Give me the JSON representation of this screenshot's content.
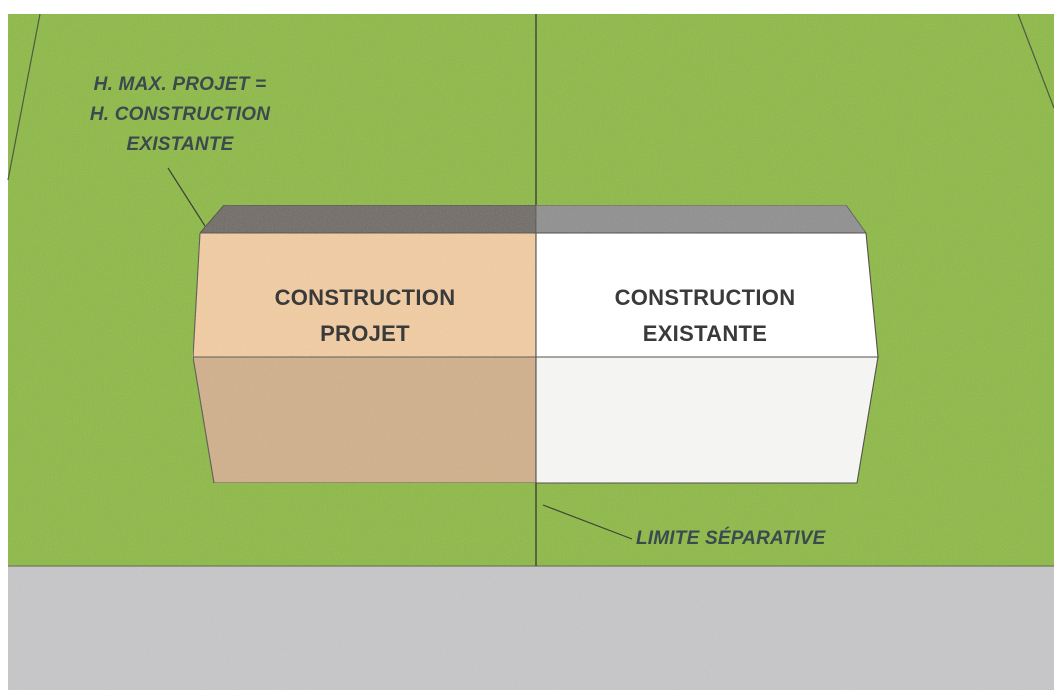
{
  "annotation_height": {
    "line1": "H. MAX. PROJET =",
    "line2": "H. CONSTRUCTION",
    "line3": "EXISTANTE"
  },
  "building_project": {
    "line1": "CONSTRUCTION",
    "line2": "PROJET"
  },
  "building_existing": {
    "line1": "CONSTRUCTION",
    "line2": "EXISTANTE"
  },
  "annotation_boundary": {
    "text": "LIMITE SÉPARATIVE"
  },
  "colors": {
    "lawn": "#8dba3a",
    "road": "#c7c7c9",
    "project_front": "#f3cda2",
    "project_base": "#d2b08a",
    "project_roof": "#6e6963",
    "existing_front": "#ffffff",
    "existing_base": "#f4f4f2",
    "existing_roof": "#8f8f8f",
    "text_dark": "#3a3a3a",
    "text_note": "#3b4a4d"
  }
}
